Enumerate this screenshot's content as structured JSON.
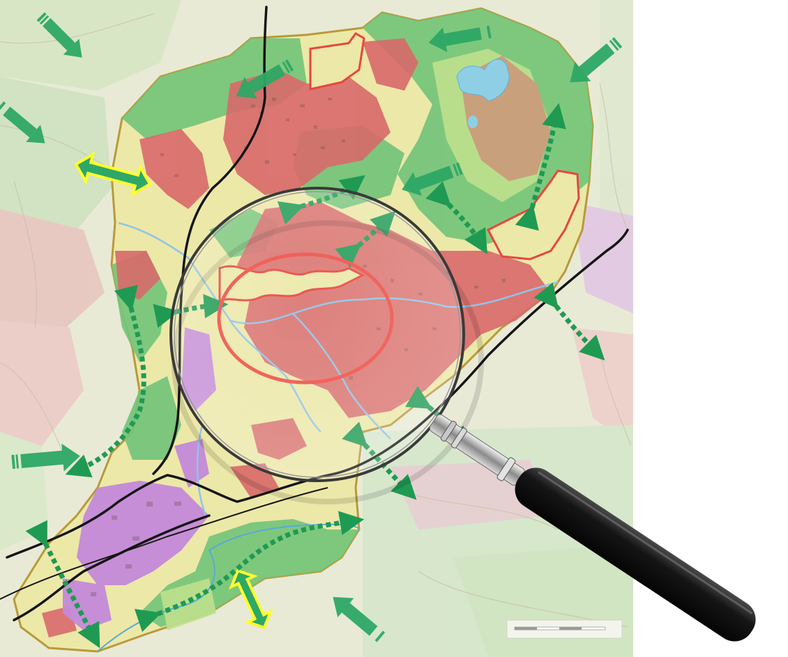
{
  "map": {
    "type": "urban land-use plan with green corridors",
    "colors": {
      "background_base": "#e8ead6",
      "surrounding_green": "#cfe3c0",
      "surrounding_residential": "#e7c6c0",
      "surrounding_commercial": "#e2c8e4",
      "boundary": "#b89a3a",
      "green_space": "#74c47a",
      "residential_dense": "#d9696b",
      "residential_light": "#ece8a8",
      "commercial": "#c48ad9",
      "water": "#9fd4ea",
      "lake": "#8ecfe6",
      "quarry": "#c9a07c",
      "arrow_green": "#2ea866",
      "arrow_yellow": "#ffff2e",
      "road": "#151515",
      "river": "#8fc4e8",
      "highlight_red": "#e8463d",
      "focus_circle": "#ee4b43"
    },
    "legend_items": [
      {
        "icon": "green-corridor-arrow",
        "meaning": ""
      },
      {
        "icon": "dotted-connection-arrow",
        "meaning": ""
      },
      {
        "icon": "yellow-double-arrow",
        "meaning": ""
      }
    ],
    "scale_bar": {
      "label": "",
      "visible": true
    }
  },
  "overlay": {
    "tool": "magnifying-glass",
    "highlight": "red-ellipse"
  }
}
